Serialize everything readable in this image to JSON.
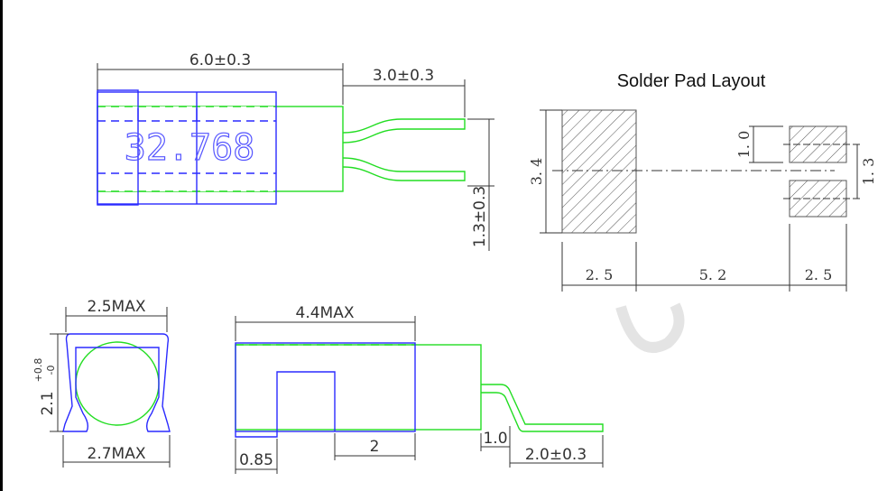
{
  "top_view": {
    "marking": "32.768",
    "dim_length": "6.0±0.3",
    "dim_lead": "3.0±0.3",
    "dim_pitch": "1.3±0.3"
  },
  "pad_layout": {
    "title": "Solder Pad Layout",
    "dim_height": "3. 4",
    "dim_pad_small": "1. 0",
    "dim_pitch": "1. 3",
    "dim_left_width": "2. 5",
    "dim_gap": "5. 2",
    "dim_right_width": "2. 5"
  },
  "front_view": {
    "dim_top": "2.5MAX",
    "dim_bottom": "2.7MAX",
    "dim_height": "2.1",
    "tol_plus": "+0.8",
    "tol_minus": "-0"
  },
  "side_view": {
    "dim_length": "4.4MAX",
    "dim_a": "0.85",
    "dim_b": "2",
    "dim_c": "1.0",
    "dim_lead": "2.0±0.3"
  }
}
